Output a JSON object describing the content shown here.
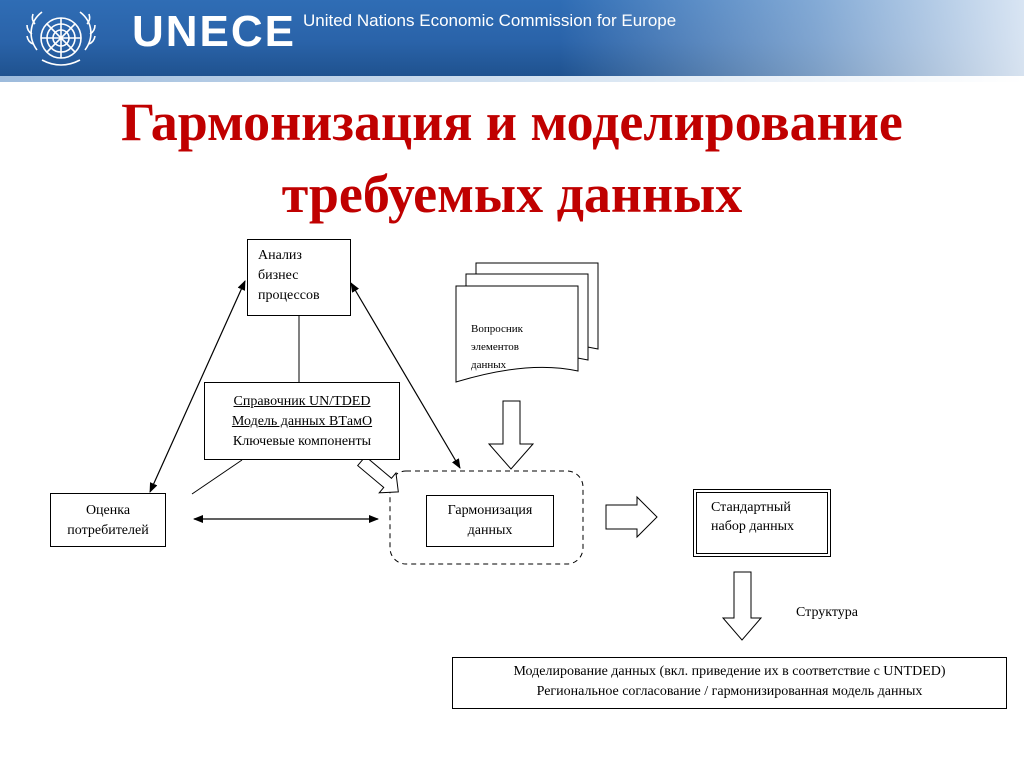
{
  "header": {
    "brand": "UNECE",
    "subtitle": "United Nations Economic Commission for Europe",
    "emblem_icon": "un-emblem-icon"
  },
  "title": {
    "line1": "Гармонизация и моделирование",
    "line2": "требуемых данных"
  },
  "diagram": {
    "business_analysis": [
      "Анализ",
      "бизнес",
      "процессов"
    ],
    "reference": {
      "line1": "Справочник UN/TDED",
      "line2": "Модель данных BTамО",
      "line3": "Ключевые компоненты"
    },
    "consumer_eval": [
      "Оценка",
      "потребителей"
    ],
    "harmonization": [
      "Гармонизация",
      "данных"
    ],
    "questionnaire": [
      "Вопросник",
      "элементов",
      "данных"
    ],
    "standard_set": [
      "Стандартный",
      "набор данных"
    ],
    "structure": "Структура",
    "modeling": {
      "line1": "Моделирование данных (вкл. приведение их в соответствие с UNTDED)",
      "line2": "Региональное согласование / гармонизированная модель данных"
    }
  },
  "colors": {
    "title": "#c00000",
    "banner": "#2a63a9",
    "text": "#000000"
  }
}
